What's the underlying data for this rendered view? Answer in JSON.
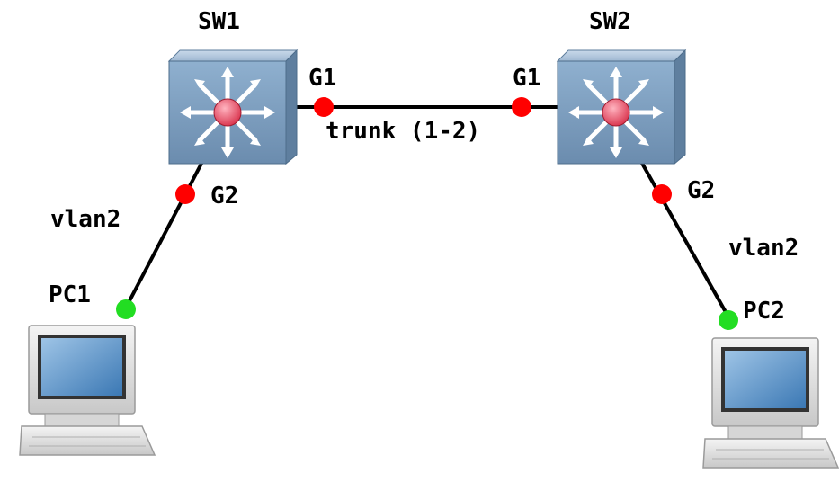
{
  "devices": {
    "sw1": {
      "label": "SW1"
    },
    "sw2": {
      "label": "SW2"
    },
    "pc1": {
      "label": "PC1"
    },
    "pc2": {
      "label": "PC2"
    }
  },
  "ports": {
    "sw1_g1": "G1",
    "sw2_g1": "G1",
    "sw1_g2": "G2",
    "sw2_g2": "G2"
  },
  "links": {
    "trunk_label": "trunk (1-2)",
    "pc1_vlan": "vlan2",
    "pc2_vlan": "vlan2"
  },
  "colors": {
    "port_down": "#ff0000",
    "port_up": "#22dd22",
    "switch_body": "#7d9fbf",
    "link": "#000000"
  },
  "icons": {
    "switch": "layer3-switch-icon",
    "pc": "desktop-computer-icon"
  }
}
